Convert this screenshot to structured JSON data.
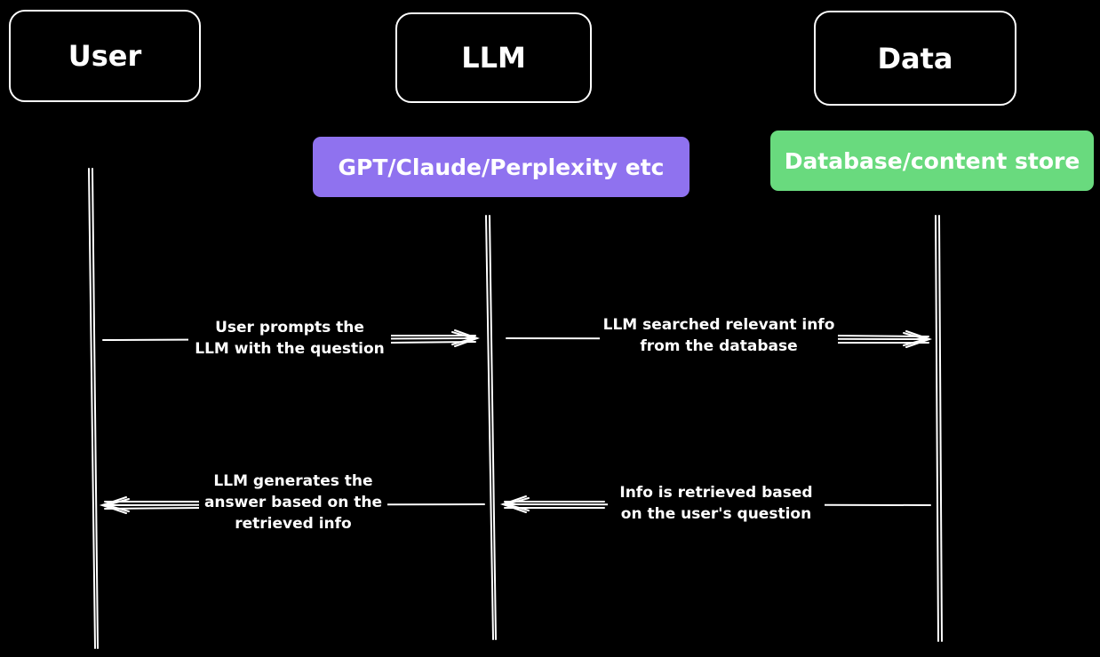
{
  "actors": {
    "user": {
      "label": "User"
    },
    "llm": {
      "label": "LLM"
    },
    "data": {
      "label": "Data"
    }
  },
  "tags": {
    "llm": {
      "label": "GPT/Claude/Perplexity etc",
      "color": "#8f72ef"
    },
    "data": {
      "label": "Database/content store",
      "color": "#69da7e"
    }
  },
  "messages": {
    "m1": {
      "line1": "User prompts the",
      "line2": "LLM with the question"
    },
    "m2": {
      "line1": "LLM searched relevant info",
      "line2": "from the database"
    },
    "m3": {
      "line1": "Info is retrieved based",
      "line2": "on the user's question"
    },
    "m4": {
      "line1": "LLM generates the",
      "line2": "answer based on the",
      "line3": "retrieved info"
    }
  }
}
